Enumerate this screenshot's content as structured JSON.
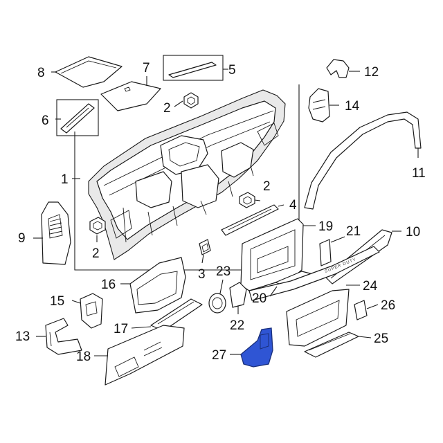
{
  "highlight_color": "#2f55d4",
  "callouts": [
    {
      "id": "c1",
      "text": "1"
    },
    {
      "id": "c2a",
      "text": "2"
    },
    {
      "id": "c2b",
      "text": "2"
    },
    {
      "id": "c2c",
      "text": "2"
    },
    {
      "id": "c3",
      "text": "3"
    },
    {
      "id": "c4",
      "text": "4"
    },
    {
      "id": "c5",
      "text": "5"
    },
    {
      "id": "c6",
      "text": "6"
    },
    {
      "id": "c7",
      "text": "7"
    },
    {
      "id": "c8",
      "text": "8"
    },
    {
      "id": "c9",
      "text": "9"
    },
    {
      "id": "c10",
      "text": "10"
    },
    {
      "id": "c11",
      "text": "11"
    },
    {
      "id": "c12",
      "text": "12"
    },
    {
      "id": "c13",
      "text": "13"
    },
    {
      "id": "c14",
      "text": "14"
    },
    {
      "id": "c15",
      "text": "15"
    },
    {
      "id": "c16",
      "text": "16"
    },
    {
      "id": "c17",
      "text": "17"
    },
    {
      "id": "c18",
      "text": "18"
    },
    {
      "id": "c19",
      "text": "19"
    },
    {
      "id": "c20",
      "text": "20"
    },
    {
      "id": "c21",
      "text": "21"
    },
    {
      "id": "c22",
      "text": "22"
    },
    {
      "id": "c23",
      "text": "23"
    },
    {
      "id": "c24",
      "text": "24"
    },
    {
      "id": "c25",
      "text": "25"
    },
    {
      "id": "c26",
      "text": "26"
    },
    {
      "id": "c27",
      "text": "27"
    }
  ],
  "trim_lettering": "SUPER DUTY"
}
